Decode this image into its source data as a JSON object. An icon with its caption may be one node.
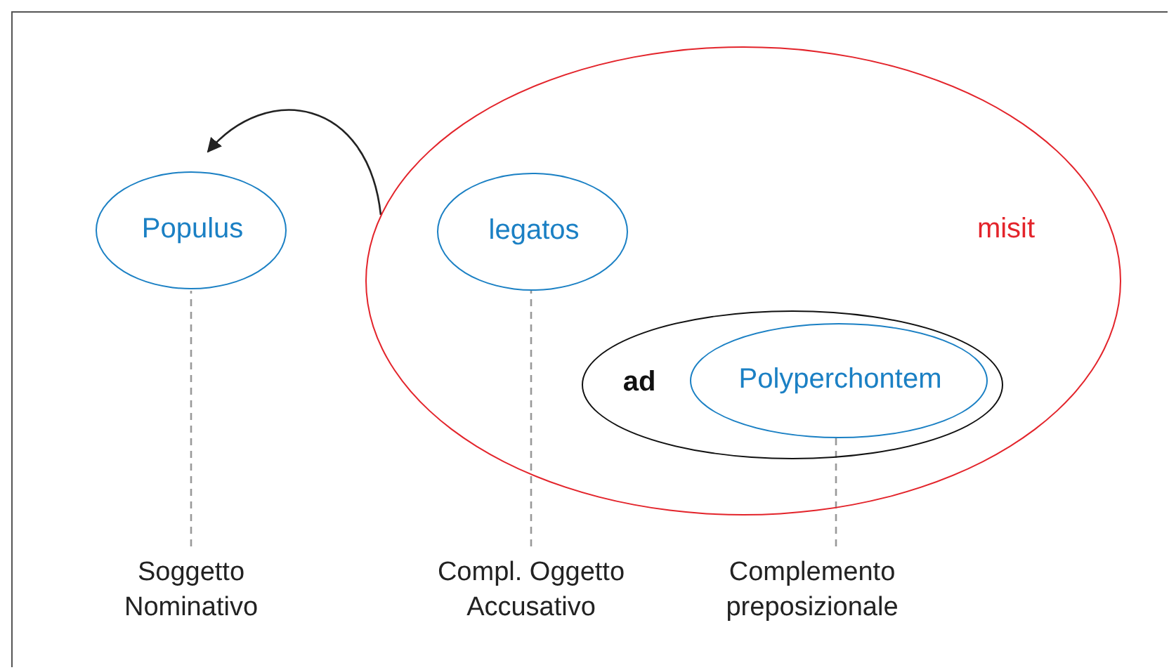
{
  "diagram": {
    "nodes": [
      {
        "text": [
          "Populus"
        ]
      },
      {
        "text": [
          "misit"
        ]
      },
      {
        "text": [
          "legatos"
        ],
        "in": 1
      },
      {
        "text": [
          "ad"
        ],
        "in": 1
      },
      {
        "text": [
          "Polyperchontem"
        ],
        "in": 3
      },
      {
        "text": [
          "Soggetto Nominativo"
        ]
      },
      {
        "text": [
          "Compl. Oggetto Accusativo"
        ]
      },
      {
        "text": [
          "Complemento preposizionale"
        ]
      }
    ],
    "edges": [
      {
        "from": 1,
        "to": 0,
        "arrow": "to",
        "color": "#222222"
      },
      {
        "from": 5,
        "to": 0,
        "arrow": "none",
        "style": "dashed"
      },
      {
        "from": 6,
        "to": 2,
        "arrow": "none",
        "style": "dashed"
      },
      {
        "from": 7,
        "to": 4,
        "arrow": "none",
        "style": "dashed"
      }
    ]
  }
}
